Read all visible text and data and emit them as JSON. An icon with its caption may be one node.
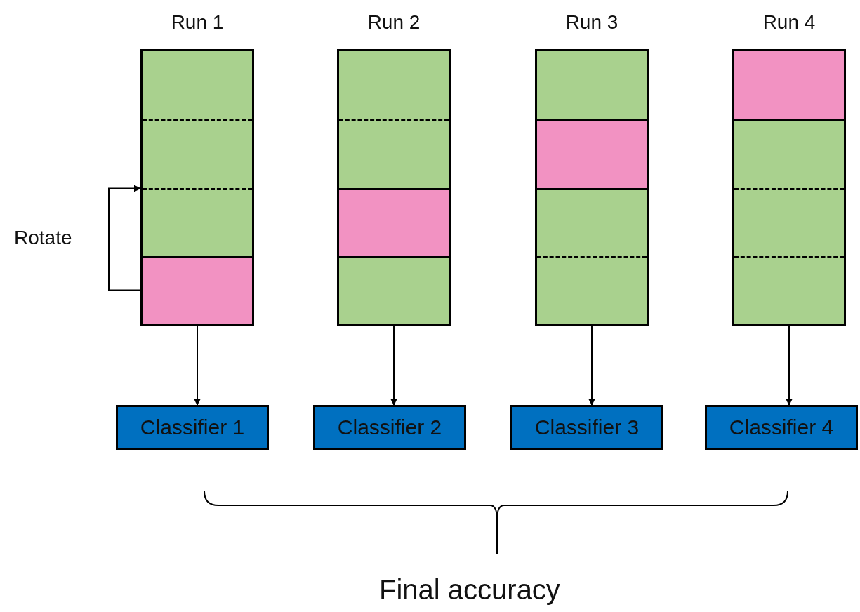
{
  "diagram": {
    "nodes": [
      {
        "text": [
          "Run 1"
        ]
      },
      {
        "text": [],
        "shape": "box",
        "in": 0
      },
      {
        "text": [],
        "shape": "box",
        "in": 0
      },
      {
        "text": [],
        "shape": "box",
        "in": 0
      },
      {
        "text": [],
        "shape": "box",
        "in": 0
      },
      {
        "text": [
          "Run 2"
        ]
      },
      {
        "text": [],
        "shape": "box",
        "in": 5
      },
      {
        "text": [],
        "shape": "box",
        "in": 5
      },
      {
        "text": [],
        "shape": "box",
        "in": 5
      },
      {
        "text": [],
        "shape": "box",
        "in": 5
      },
      {
        "text": [
          "Run 3"
        ]
      },
      {
        "text": [],
        "shape": "box",
        "in": 10
      },
      {
        "text": [],
        "shape": "box",
        "in": 10
      },
      {
        "text": [],
        "shape": "box",
        "in": 10
      },
      {
        "text": [],
        "shape": "box",
        "in": 10
      },
      {
        "text": [
          "Run 4"
        ]
      },
      {
        "text": [],
        "shape": "box",
        "in": 15
      },
      {
        "text": [],
        "shape": "box",
        "in": 15
      },
      {
        "text": [],
        "shape": "box",
        "in": 15
      },
      {
        "text": [],
        "shape": "box",
        "in": 15
      },
      {
        "text": [
          "Classifier 1"
        ]
      },
      {
        "text": [
          "Classifier 2"
        ]
      },
      {
        "text": [
          "Classifier 3"
        ]
      },
      {
        "text": [
          "Classifier 4"
        ]
      }
    ],
    "edges": [
      {
        "from": 4,
        "to": 3,
        "arrow": "to",
        "label": "Rotate"
      },
      {
        "from": 0,
        "to": 20,
        "arrow": "to"
      },
      {
        "from": 5,
        "to": 21,
        "arrow": "to"
      },
      {
        "from": 10,
        "to": 22,
        "arrow": "to"
      },
      {
        "from": 15,
        "to": 23,
        "arrow": "to"
      }
    ],
    "labels": [
      "Final accuracy"
    ]
  }
}
